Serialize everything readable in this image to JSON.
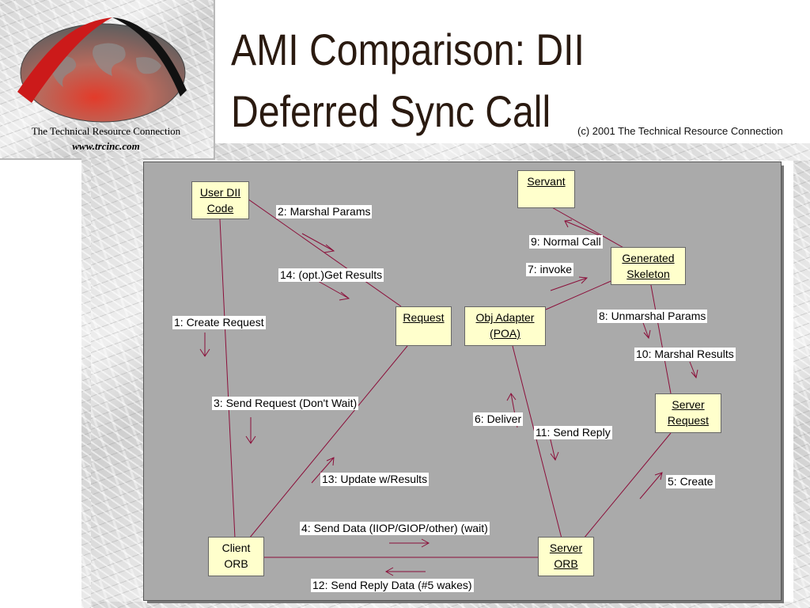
{
  "header": {
    "title_line1": "AMI Comparison: DII",
    "title_line2": "Deferred Sync Call",
    "copyright": "(c) 2001 The Technical Resource Connection"
  },
  "branding": {
    "company": "The Technical Resource Connection",
    "url": "www.trcinc.com"
  },
  "colors": {
    "node_fill": "#ffffcc",
    "canvas": "#aaaaaa",
    "link": "#8b0f3a",
    "logo_red": "#cc1a1a"
  },
  "nodes": {
    "user_dii": [
      "User DII",
      "Code"
    ],
    "servant": [
      "Servant"
    ],
    "generated_skeleton": [
      "Generated",
      "Skeleton"
    ],
    "request": [
      "Request"
    ],
    "obj_adapter": [
      "Obj Adapter",
      "(POA)"
    ],
    "server_request": [
      "Server",
      "Request"
    ],
    "client_orb": [
      "Client",
      "ORB"
    ],
    "server_orb": [
      "Server",
      "ORB"
    ]
  },
  "messages": {
    "m1": "1: Create Request",
    "m2": "2: Marshal Params",
    "m3": "3: Send Request (Don't Wait)",
    "m4": "4: Send Data (IIOP/GIOP/other) (wait)",
    "m5": "5: Create",
    "m6": "6: Deliver",
    "m7": "7: invoke",
    "m8": "8: Unmarshal Params",
    "m9": "9: Normal Call",
    "m10": "10: Marshal Results",
    "m11": "11: Send Reply",
    "m12": "12: Send Reply Data (#5 wakes)",
    "m13": "13: Update w/Results",
    "m14": "14: (opt.)Get Results"
  }
}
